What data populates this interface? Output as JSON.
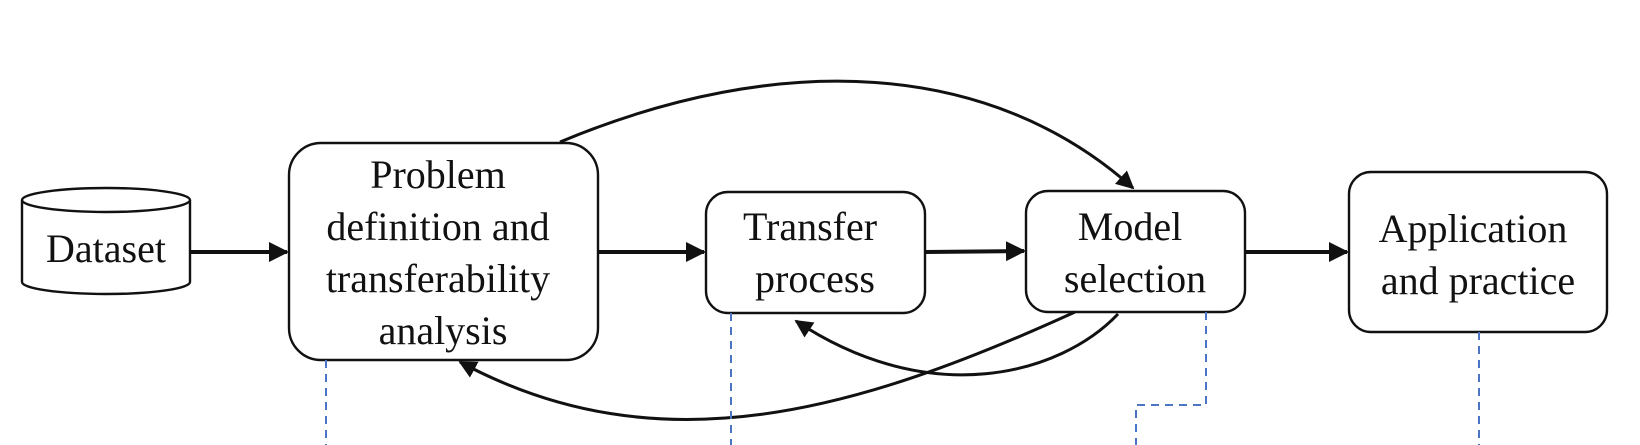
{
  "nodes": {
    "dataset": {
      "label": "Dataset"
    },
    "problem": {
      "lines": [
        "Problem",
        "definition and",
        "transferability",
        "analysis"
      ]
    },
    "transfer": {
      "lines": [
        "Transfer",
        "process"
      ]
    },
    "model": {
      "lines": [
        "Model",
        "selection"
      ]
    },
    "application": {
      "lines": [
        "Application",
        "and practice"
      ]
    }
  },
  "colors": {
    "stroke": "#111111",
    "dashed_connector": "#4a74c4"
  }
}
